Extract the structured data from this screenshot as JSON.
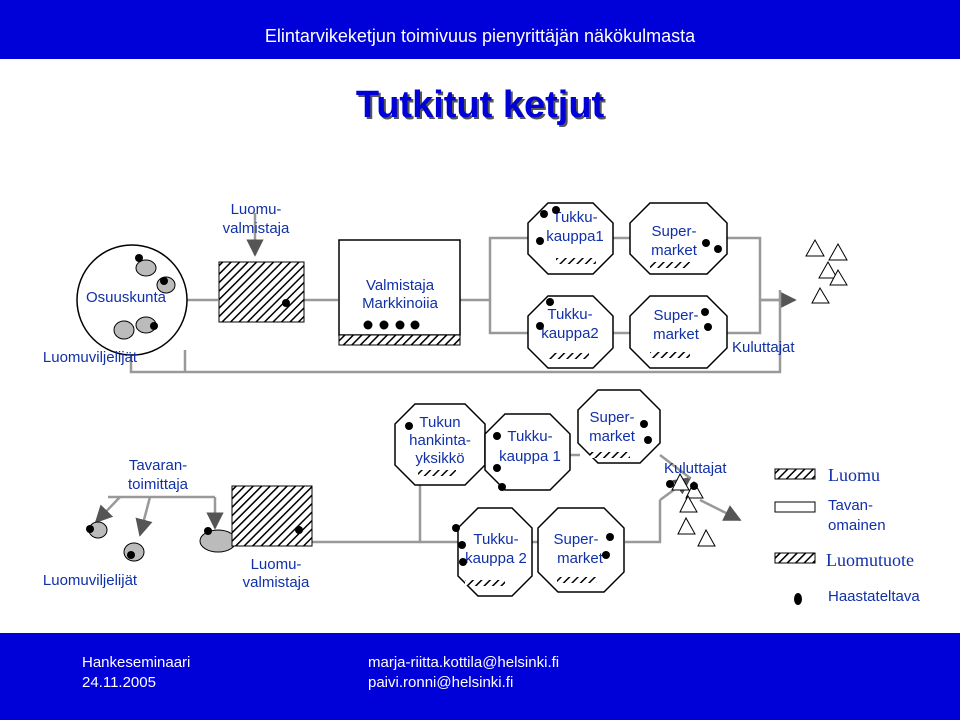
{
  "header": {
    "top_title": "Elintarvikeketjun toimivuus pienyrittäjän näkökulmasta",
    "main_title": "Tutkitut ketjut"
  },
  "chain1": {
    "luomuvalmistaja": [
      "Luomu-",
      "valmistaja"
    ],
    "osuuskunta": "Osuuskunta",
    "luomuviljelijat": "Luomuviljelijät",
    "valmistaja": [
      "Valmistaja",
      "Markkinoiia"
    ],
    "tukkukauppa1": [
      "Tukku-",
      "kauppa1"
    ],
    "tukkukauppa2": [
      "Tukku-",
      "kauppa2"
    ],
    "supermarket_a": [
      "Super-",
      "market"
    ],
    "supermarket_b": [
      "Super-",
      "market"
    ],
    "kuluttajat": "Kuluttajat"
  },
  "chain2": {
    "tavarantoimittaja": [
      "Tavaran-",
      "toimittaja"
    ],
    "luomuviljelijat": "Luomuviljelijät",
    "luomuvalmistaja": [
      "Luomu-",
      "valmistaja"
    ],
    "tukun_hankinta": [
      "Tukun",
      "hankinta-",
      "yksikkö"
    ],
    "tukkukauppa1": [
      "Tukku-",
      "kauppa  1"
    ],
    "tukkukauppa2": [
      "Tukku-",
      "kauppa 2"
    ],
    "supermarket_a": [
      "Super-",
      "market"
    ],
    "supermarket_b": [
      "Super-",
      "market"
    ],
    "kuluttajat": "Kuluttajat"
  },
  "legend": {
    "luomu": "Luomu",
    "tavanomainen": [
      "Tavan-",
      "omainen"
    ],
    "luomutuote": "Luomutuote",
    "haastateltava": "Haastateltava"
  },
  "footer": {
    "left": [
      "Hankeseminaari",
      "24.11.2005"
    ],
    "right": [
      "marja-riitta.kottila@helsinki.fi",
      "paivi.ronni@helsinki.fi"
    ]
  },
  "colors": {
    "background": "#0000d8",
    "panel": "#ffffff",
    "title": "#0000d8",
    "label": "#1030a8"
  }
}
